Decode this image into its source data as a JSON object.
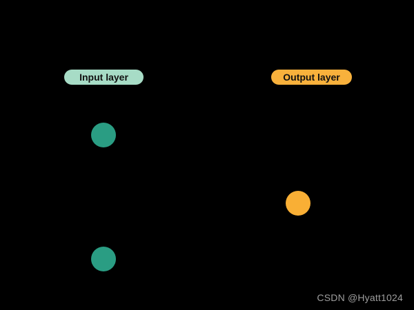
{
  "diagram": {
    "background": "#000000",
    "labels": {
      "input": {
        "text": "Input layer",
        "bg": "#A7DCC6",
        "text_color": "#101010"
      },
      "output": {
        "text": "Output layer",
        "bg": "#F8B13C",
        "text_color": "#101010"
      }
    },
    "nodes": [
      {
        "id": "input-node-1",
        "layer": "input",
        "color": "#2A9D83"
      },
      {
        "id": "input-node-2",
        "layer": "input",
        "color": "#2A9D83"
      },
      {
        "id": "output-node",
        "layer": "output",
        "color": "#F9AF35"
      }
    ]
  },
  "watermark": {
    "text": "CSDN @Hyatt1024",
    "color": "#9E9E9E"
  }
}
